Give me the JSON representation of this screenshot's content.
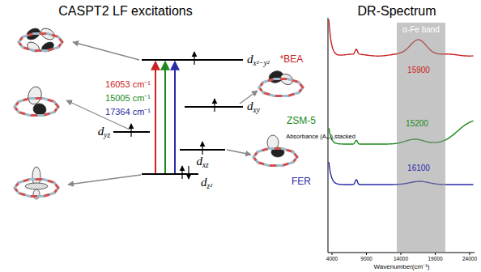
{
  "diagram": {
    "title": "CASPT2 LF excitations",
    "nodes": [
      {
        "text": [
          "α-Fe band"
        ]
      }
    ],
    "labels": [
      "DR-Spectrum",
      "dx²−y²",
      "dxy",
      "dyz",
      "dxz",
      "dz²",
      "16053 cm⁻¹",
      "15005 cm⁻¹",
      "17364 cm⁻¹",
      "*BEA",
      "ZSM-5",
      "FER",
      "15900",
      "15200",
      "16100",
      "Absorbance (A₁₀),stacked",
      "4000",
      "9000",
      "14000",
      "19000",
      "24000",
      "Wavenumber(cm⁻¹)"
    ]
  }
}
